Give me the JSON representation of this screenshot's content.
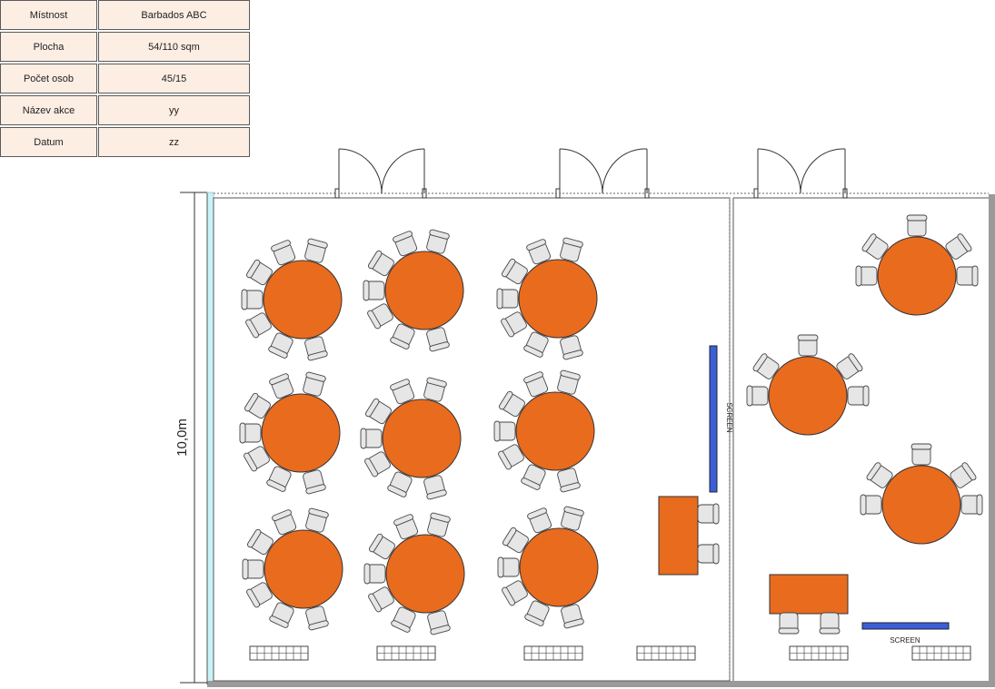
{
  "info_table": {
    "rows": [
      {
        "label": "Místnost",
        "value": "Barbados ABC"
      },
      {
        "label": "Plocha",
        "value": "54/110 sqm"
      },
      {
        "label": "Počet osob",
        "value": "45/15"
      },
      {
        "label": "Název akce",
        "value": "yy"
      },
      {
        "label": "Datum",
        "value": "zz"
      }
    ]
  },
  "plan": {
    "dimension_label": "10,0m",
    "screen_label_vertical": "SCREEN",
    "screen_label_horizontal": "SCREEN"
  },
  "colors": {
    "table_fill": "#e96b1e",
    "chair_fill": "#e6e6e6",
    "screen_fill": "#3a5fd6",
    "glass_wall": "#c8f2f8",
    "wall_gray": "#9a9a9a",
    "header_cell": "#fdeee4"
  }
}
